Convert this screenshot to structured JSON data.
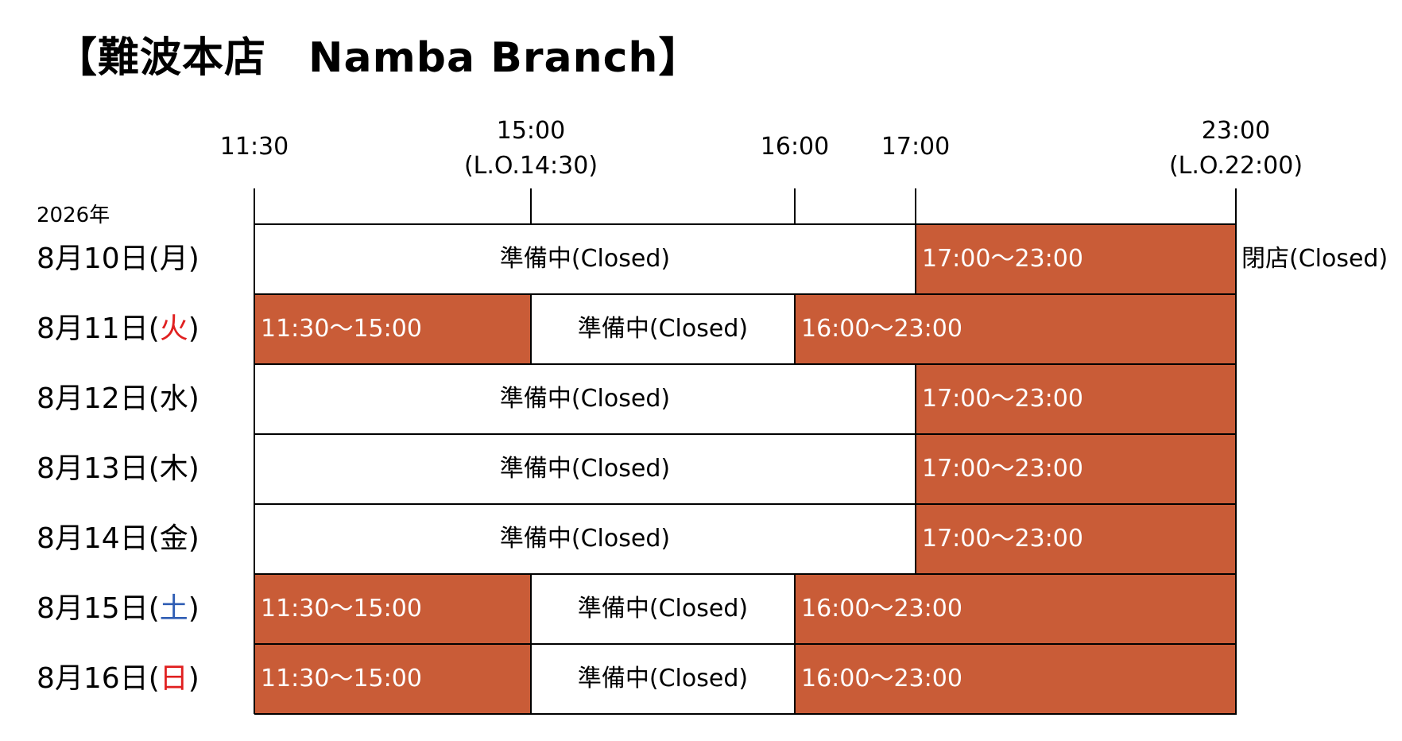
{
  "title": "【難波本店　Namba Branch】",
  "year": "2026年",
  "time_axis": [
    {
      "line1": "11:30",
      "line2": ""
    },
    {
      "line1": "15:00",
      "line2": "(L.O.14:30)"
    },
    {
      "line1": "16:00",
      "line2": ""
    },
    {
      "line1": "17:00",
      "line2": ""
    },
    {
      "line1": "23:00",
      "line2": "(L.O.22:00)"
    }
  ],
  "colors": {
    "open_fill": "#c95c37",
    "sunday_holiday": "#e02020",
    "saturday": "#2f5db4"
  },
  "days": [
    {
      "date": "8月10日",
      "open_paren": "(",
      "weekday": "月",
      "close_paren": ")",
      "weekday_color": "",
      "pattern": "dinner",
      "blocks": [
        "準備中(Closed)",
        "17:00〜23:00"
      ],
      "note": "閉店(Closed)"
    },
    {
      "date": "8月11日",
      "open_paren": "(",
      "weekday": "火",
      "close_paren": ")",
      "weekday_color": "sunday_holiday",
      "pattern": "full",
      "blocks": [
        "11:30〜15:00",
        "準備中(Closed)",
        "16:00〜23:00"
      ],
      "note": ""
    },
    {
      "date": "8月12日",
      "open_paren": "(",
      "weekday": "水",
      "close_paren": ")",
      "weekday_color": "",
      "pattern": "dinner",
      "blocks": [
        "準備中(Closed)",
        "17:00〜23:00"
      ],
      "note": ""
    },
    {
      "date": "8月13日",
      "open_paren": "(",
      "weekday": "木",
      "close_paren": ")",
      "weekday_color": "",
      "pattern": "dinner",
      "blocks": [
        "準備中(Closed)",
        "17:00〜23:00"
      ],
      "note": ""
    },
    {
      "date": "8月14日",
      "open_paren": "(",
      "weekday": "金",
      "close_paren": ")",
      "weekday_color": "",
      "pattern": "dinner",
      "blocks": [
        "準備中(Closed)",
        "17:00〜23:00"
      ],
      "note": ""
    },
    {
      "date": "8月15日",
      "open_paren": "(",
      "weekday": "土",
      "close_paren": ")",
      "weekday_color": "saturday",
      "pattern": "full",
      "blocks": [
        "11:30〜15:00",
        "準備中(Closed)",
        "16:00〜23:00"
      ],
      "note": ""
    },
    {
      "date": "8月16日",
      "open_paren": "(",
      "weekday": "日",
      "close_paren": ")",
      "weekday_color": "sunday_holiday",
      "pattern": "full",
      "blocks": [
        "11:30〜15:00",
        "準備中(Closed)",
        "16:00〜23:00"
      ],
      "note": ""
    }
  ]
}
